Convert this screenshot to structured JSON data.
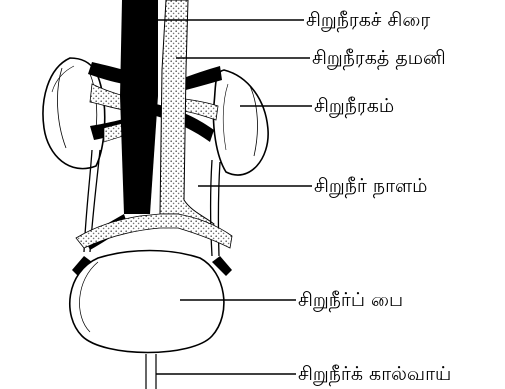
{
  "diagram": {
    "labels": {
      "renal_vein": "சிறுநீரகச் சிரை",
      "renal_artery": "சிறுநீரகத் தமனி",
      "kidney": "சிறுநீரகம்",
      "ureter": "சிறுநீர் நாளம்",
      "bladder": "சிறுநீர்ப் பை",
      "urethra": "சிறுநீர்க் கால்வாய்"
    },
    "colors": {
      "ink": "#000000",
      "paper": "#ffffff",
      "stipple": "#8a8a8a"
    }
  }
}
